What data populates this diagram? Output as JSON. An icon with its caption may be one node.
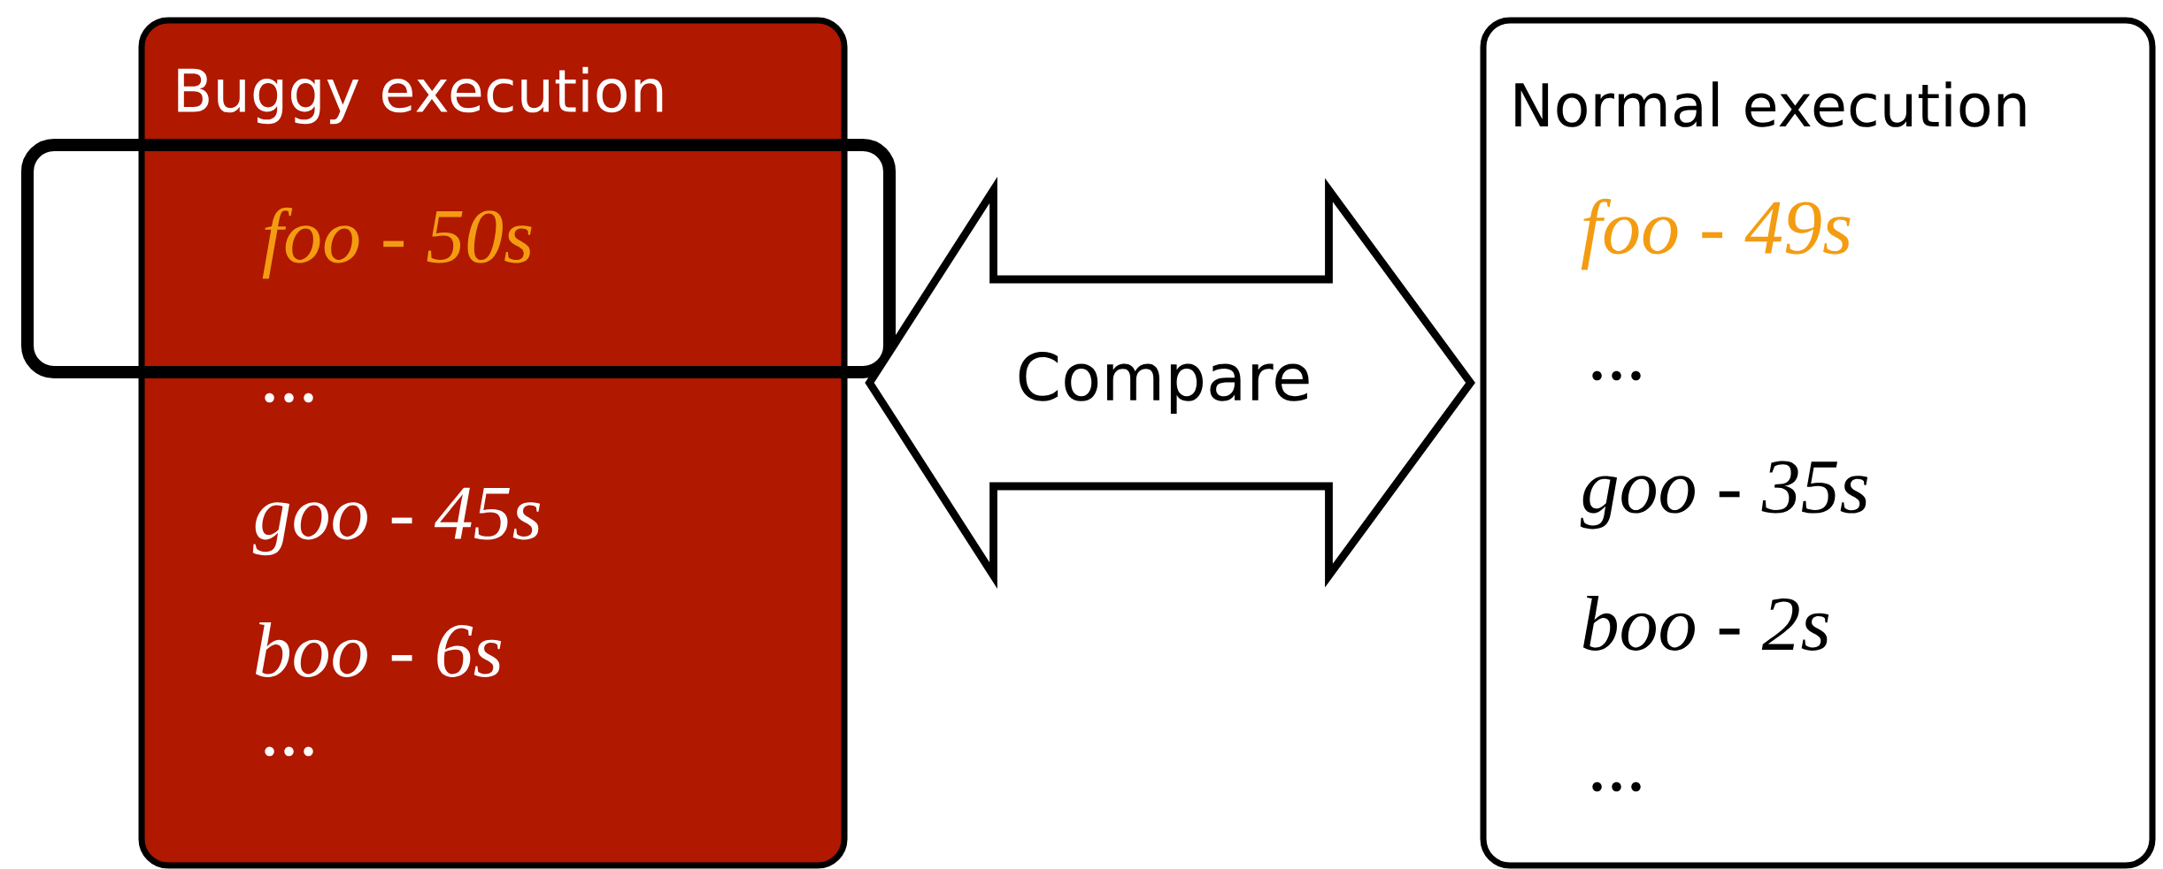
{
  "diagram": {
    "nodes": [
      {
        "text": [
          "Buggy execution",
          "...",
          "goo - 45s",
          "boo - 6s",
          "..."
        ]
      },
      {
        "text": [
          "foo - 50s"
        ]
      },
      {
        "text": [
          "Normal execution",
          "foo - 49s",
          "...",
          "goo - 35s",
          "boo - 2s",
          "..."
        ]
      }
    ],
    "edges": [
      {
        "from": 0,
        "to": 2,
        "arrow": "both",
        "label": "Compare"
      }
    ]
  }
}
